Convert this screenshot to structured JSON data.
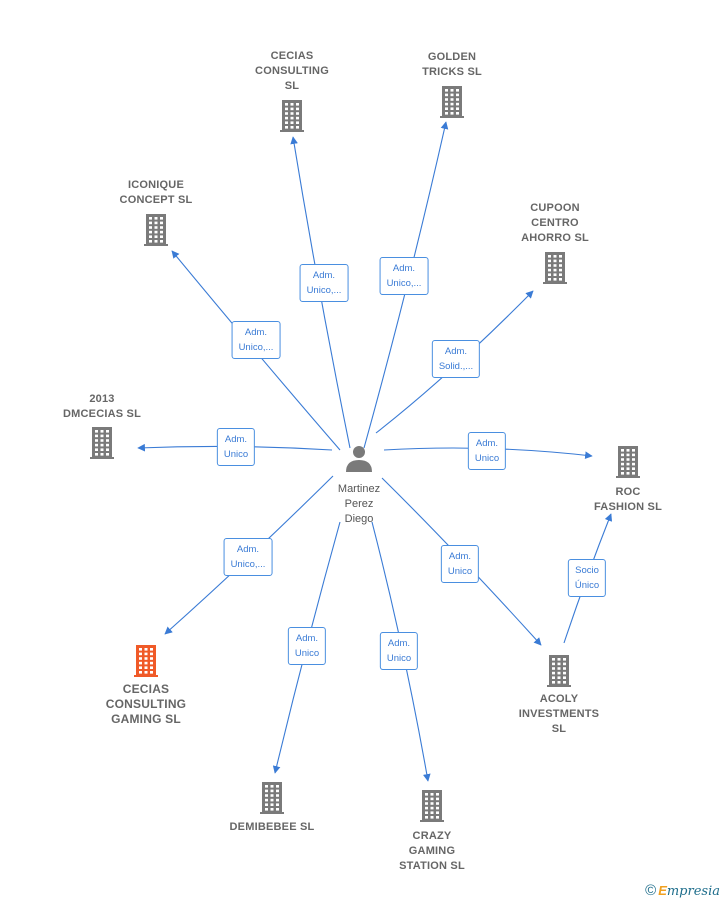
{
  "colors": {
    "edge": "#3a7bd5",
    "building": "#7a7a7a",
    "highlight_building": "#f05a28",
    "person": "#7a7a7a"
  },
  "person": {
    "label": "Martinez\nPerez\nDiego",
    "icon": "person-icon"
  },
  "companies": [
    {
      "id": "cecias-consulting",
      "label": "CECIAS\nCONSULTING\nSL",
      "icon": "building-icon"
    },
    {
      "id": "golden-tricks",
      "label": "GOLDEN\nTRICKS  SL",
      "icon": "building-icon"
    },
    {
      "id": "iconique-concept",
      "label": "ICONIQUE\nCONCEPT  SL",
      "icon": "building-icon"
    },
    {
      "id": "cupoon-centro-ahorro",
      "label": "CUPOON\nCENTRO\nAHORRO SL",
      "icon": "building-icon"
    },
    {
      "id": "2013-dmcecias",
      "label": "2013\nDMCECIAS SL",
      "icon": "building-icon"
    },
    {
      "id": "roc-fashion",
      "label": "ROC\nFASHION  SL",
      "icon": "building-icon"
    },
    {
      "id": "cecias-consulting-gaming",
      "label": "CECIAS\nCONSULTING\nGAMING  SL",
      "icon": "building-icon",
      "highlight": true
    },
    {
      "id": "acoly-investments",
      "label": "ACOLY\nINVESTMENTS\nSL",
      "icon": "building-icon"
    },
    {
      "id": "demibebee",
      "label": "DEMIBEBEE SL",
      "icon": "building-icon"
    },
    {
      "id": "crazy-gaming-station",
      "label": "CRAZY\nGAMING\nSTATION  SL",
      "icon": "building-icon"
    }
  ],
  "edges": [
    {
      "from": "person",
      "to": "cecias-consulting",
      "label": "Adm.\nUnico,..."
    },
    {
      "from": "person",
      "to": "golden-tricks",
      "label": "Adm.\nUnico,..."
    },
    {
      "from": "person",
      "to": "iconique-concept",
      "label": "Adm.\nUnico,..."
    },
    {
      "from": "person",
      "to": "cupoon-centro-ahorro",
      "label": "Adm.\nSolid.,..."
    },
    {
      "from": "person",
      "to": "2013-dmcecias",
      "label": "Adm.\nUnico"
    },
    {
      "from": "person",
      "to": "roc-fashion",
      "label": "Adm.\nUnico"
    },
    {
      "from": "person",
      "to": "cecias-consulting-gaming",
      "label": "Adm.\nUnico,..."
    },
    {
      "from": "person",
      "to": "acoly-investments",
      "label": "Adm.\nUnico"
    },
    {
      "from": "person",
      "to": "demibebee",
      "label": "Adm.\nUnico"
    },
    {
      "from": "person",
      "to": "crazy-gaming-station",
      "label": "Adm.\nUnico"
    },
    {
      "from": "acoly-investments",
      "to": "roc-fashion",
      "label": "Socio\nÚnico"
    }
  ],
  "watermark": {
    "symbol": "©",
    "brand_first": "E",
    "brand_rest": "mpresia"
  }
}
